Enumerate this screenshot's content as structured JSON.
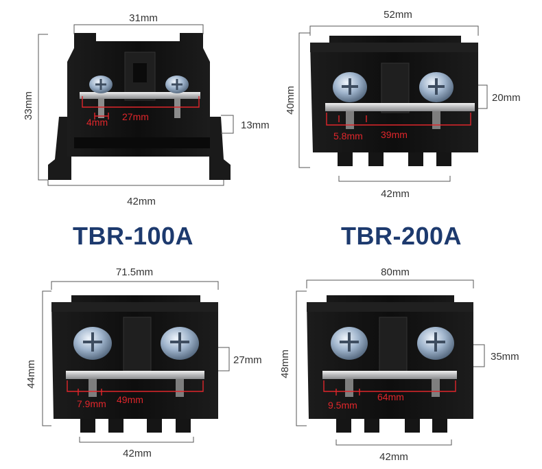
{
  "models": [
    "TBR-100A",
    "TBR-200A"
  ],
  "colors": {
    "body": "#121212",
    "body_edge": "#2a2a2a",
    "strip": "#cfd0d2",
    "accent": "#e0262b",
    "title": "#1d3a6e",
    "line": "#555555"
  },
  "products": [
    {
      "id": "tbr-100a",
      "width": "31mm",
      "height": "33mm",
      "rail_height": "13mm",
      "base": "42mm",
      "screw_dia": "4mm",
      "pitch": "27mm"
    },
    {
      "id": "tbr-200a",
      "width": "52mm",
      "height": "40mm",
      "side_height": "20mm",
      "base": "42mm",
      "screw_dia": "5.8mm",
      "pitch": "39mm"
    },
    {
      "id": "terminal-c",
      "width": "71.5mm",
      "height": "44mm",
      "side_height": "27mm",
      "base": "42mm",
      "screw_dia": "7.9mm",
      "pitch": "49mm"
    },
    {
      "id": "terminal-d",
      "width": "80mm",
      "height": "48mm",
      "side_height": "35mm",
      "base": "42mm",
      "screw_dia": "9.5mm",
      "pitch": "64mm"
    }
  ]
}
